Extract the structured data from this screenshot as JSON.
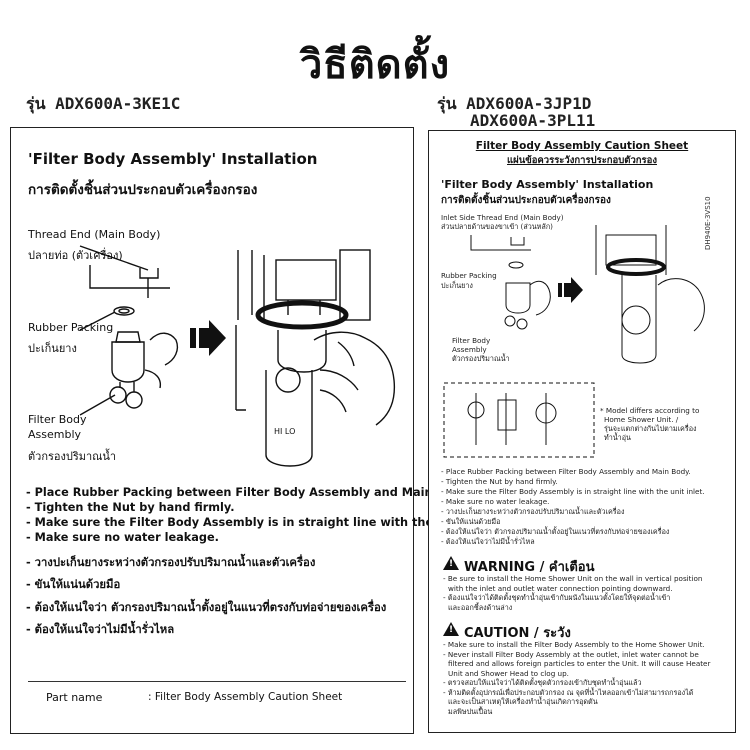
{
  "header": {
    "title": "วิธีติดตั้ง"
  },
  "left": {
    "model": "รุ่น ADX600A-3KE1C",
    "heading_en": "'Filter Body Assembly' Installation",
    "heading_th": "การติดตั้งชิ้นส่วนประกอบตัวเครื่องกรอง",
    "labels": {
      "thread_en": "Thread End (Main Body)",
      "thread_th": "ปลายท่อ (ตัวเครื่อง)",
      "rubber_en": "Rubber Packing",
      "rubber_th": "ปะเก็นยาง",
      "filter_en1": "Filter Body",
      "filter_en2": "Assembly",
      "filter_th": "ตัวกรองปริมาณน้ำ",
      "hi_lo": "HI LO"
    },
    "bullets_en": [
      "- Place Rubber Packing between Filter Body Assembly and Main Body.",
      "- Tighten the Nut by hand firmly.",
      "- Make sure the Filter Body Assembly is in straight line with the unit inlet.",
      "- Make sure no water leakage."
    ],
    "bullets_th": [
      "- วางปะเก็นยางระหว่างตัวกรองปรับปริมาณน้ำและตัวเครื่อง",
      "- ขันให้แน่นด้วยมือ",
      "- ต้องให้แน่ใจว่า ตัวกรองปริมาณน้ำตั้งอยู่ในแนวที่ตรงกับท่อจ่ายของเครื่อง",
      "- ต้องให้แน่ใจว่าไม่มีน้ำรั่วไหล"
    ],
    "part_name_label": "Part name",
    "part_name_value": ": Filter Body Assembly Caution Sheet"
  },
  "right": {
    "model1": "รุ่น ADX600A-3JP1D",
    "model2": "ADX600A-3PL11",
    "sheet_title_en": "Filter Body Assembly Caution Sheet",
    "sheet_title_th": "แผ่นข้อควรระวังการประกอบตัวกรอง",
    "heading_en": "'Filter Body Assembly' Installation",
    "heading_th": "การติดตั้งชิ้นส่วนประกอบตัวเครื่องกรอง",
    "vertical_code": "DH940E-3VS10",
    "labels": {
      "thread_en": "Inlet Side Thread End (Main Body)",
      "thread_th": "ส่วนปลายด้านของขาเข้า (ส่วนหลัก)",
      "rubber_en": "Rubber Packing",
      "rubber_th": "ปะเก็นยาง",
      "filter_en1": "Filter Body",
      "filter_en2": "Assembly",
      "filter_th": "ตัวกรองปริมาณน้ำ"
    },
    "model_note": [
      "* Model differs according to",
      "Home Shower Unit. /",
      "รุ่นจะแตกต่างกันไปตามเครื่อง",
      "ทำน้ำอุ่น"
    ],
    "bullets": [
      "- Place Rubber Packing between Filter Body Assembly and Main Body.",
      "- Tighten the Nut by hand firmly.",
      "- Make sure the Filter Body Assembly is in straight line with the unit inlet.",
      "- Make sure no water leakage.",
      "- วางปะเก็นยางระหว่างตัวกรองปรับปริมาณน้ำและตัวเครื่อง",
      "- ขันให้แน่นด้วยมือ",
      "- ต้องให้แน่ใจว่า ตัวกรองปริมาณน้ำตั้งอยู่ในแนวที่ตรงกับท่อจ่ายของเครื่อง",
      "- ต้องให้แน่ใจว่าไม่มีน้ำรั่วไหล"
    ],
    "warning_title": "WARNING / คำเตือน",
    "warning_lines": [
      "- Be sure to install the Home Shower Unit on the wall in vertical position",
      "  with the inlet and outlet water connection pointing downward.",
      "- ต้องแน่ใจว่าได้ติดตั้งชุดทำน้ำอุ่นเข้ากับผนังในแนวตั้งโดยให้จุดต่อน้ำเข้า",
      "  และออกชี้ลงด้านล่าง"
    ],
    "caution_title": "CAUTION / ระวัง",
    "caution_lines": [
      "- Make sure to install the Filter Body Assembly to the Home Shower Unit.",
      "- Never install Filter Body Assembly at the outlet, inlet water cannot be",
      "  filtered and allows foreign particles to enter the Unit. It will cause Heater",
      "  Unit and Shower Head to clog up.",
      "- ตรวจสอบให้แน่ใจว่าได้ติดตั้งชุดตัวกรองเข้ากับชุดทำน้ำอุ่นแล้ว",
      "- ห้ามติดตั้งอุปกรณ์เพื่อประกอบตัวกรอง ณ จุดที่น้ำไหลออกเข้าไม่สามารถกรองได้",
      "  และจะเป็นสาเหตุให้เครื่องทำน้ำอุ่นเกิดการอุดตัน",
      "  มลพิษปนเปื้อน"
    ]
  }
}
